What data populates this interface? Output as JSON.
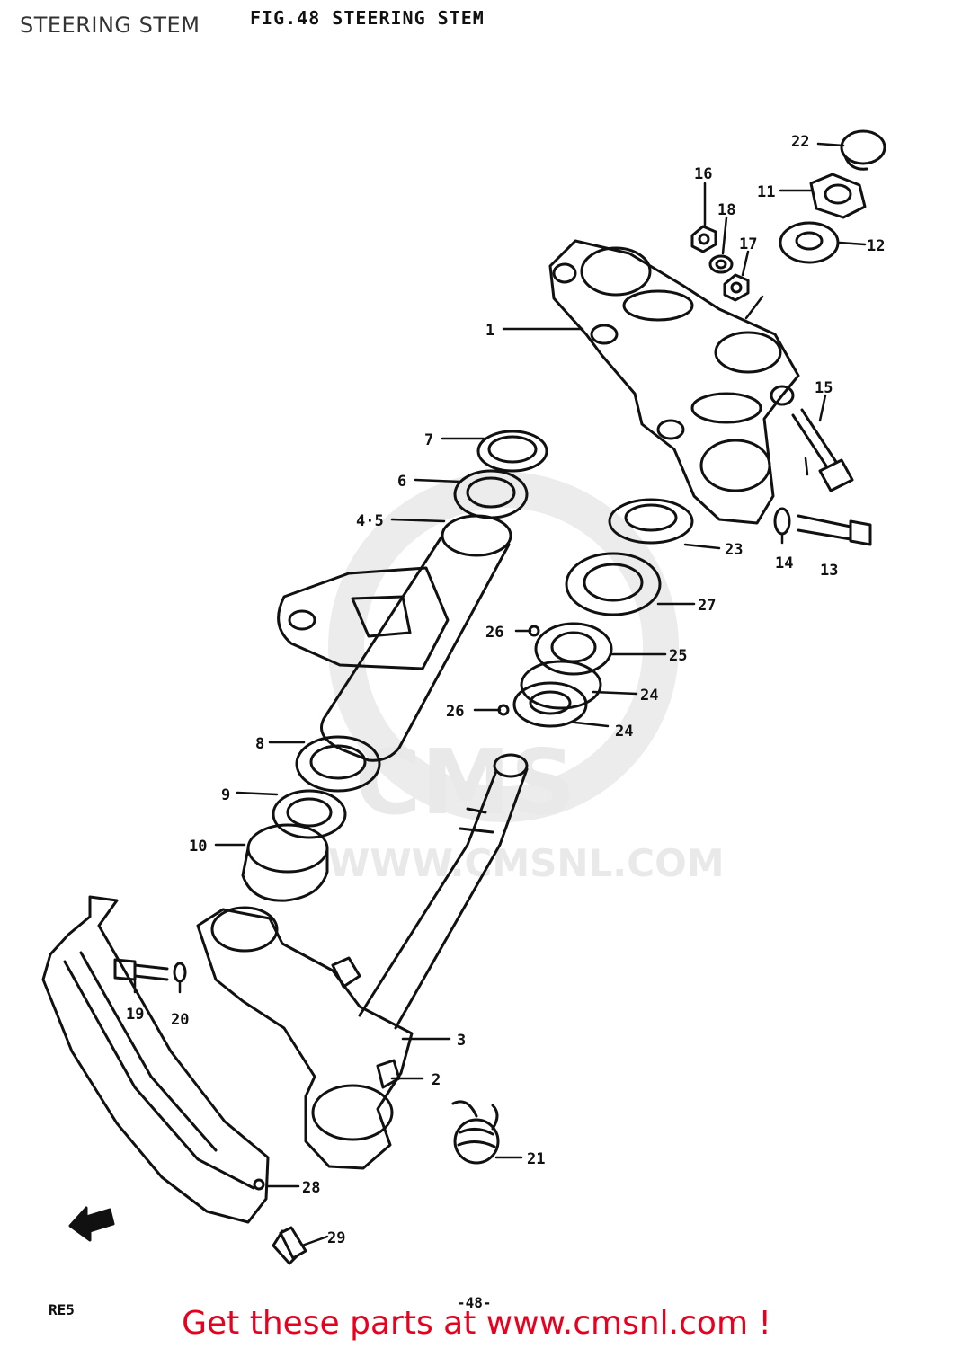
{
  "page": {
    "caption": "STEERING STEM",
    "figure_title": "FIG.48  STEERING STEM",
    "footer_code": "RE5",
    "page_number": "-48-",
    "cta": "Get these parts at www.cmsnl.com !"
  },
  "watermark": {
    "logo": "CMS",
    "url": "WWW.CMSNL.COM"
  },
  "fwd_arrow": {
    "label": "FWD"
  },
  "callouts": [
    {
      "id": "1",
      "label": "1"
    },
    {
      "id": "2",
      "label": "2"
    },
    {
      "id": "3",
      "label": "3"
    },
    {
      "id": "4-5",
      "label": "4·5"
    },
    {
      "id": "6",
      "label": "6"
    },
    {
      "id": "7",
      "label": "7"
    },
    {
      "id": "8",
      "label": "8"
    },
    {
      "id": "9",
      "label": "9"
    },
    {
      "id": "10",
      "label": "10"
    },
    {
      "id": "11",
      "label": "11"
    },
    {
      "id": "12",
      "label": "12"
    },
    {
      "id": "13",
      "label": "13"
    },
    {
      "id": "14",
      "label": "14"
    },
    {
      "id": "15",
      "label": "15"
    },
    {
      "id": "16",
      "label": "16"
    },
    {
      "id": "17",
      "label": "17"
    },
    {
      "id": "18",
      "label": "18"
    },
    {
      "id": "19",
      "label": "19"
    },
    {
      "id": "20",
      "label": "20"
    },
    {
      "id": "21",
      "label": "21"
    },
    {
      "id": "22",
      "label": "22"
    },
    {
      "id": "23",
      "label": "23"
    },
    {
      "id": "24a",
      "label": "24"
    },
    {
      "id": "24b",
      "label": "24"
    },
    {
      "id": "25",
      "label": "25"
    },
    {
      "id": "26a",
      "label": "26"
    },
    {
      "id": "26b",
      "label": "26"
    },
    {
      "id": "27",
      "label": "27"
    },
    {
      "id": "28",
      "label": "28"
    },
    {
      "id": "29",
      "label": "29"
    }
  ]
}
